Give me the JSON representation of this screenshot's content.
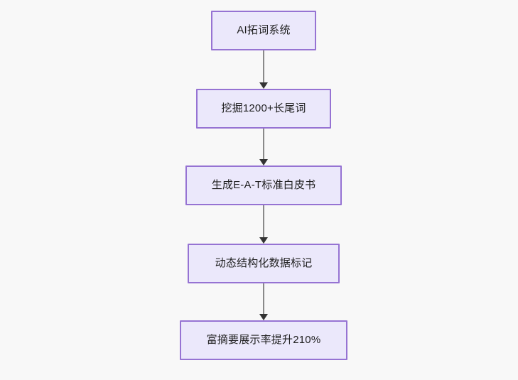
{
  "diagram": {
    "background_color": "#f8f8f8",
    "node_fill_color": "#ebe8fb",
    "node_border_color": "#9673d3",
    "node_text_color": "#1f1f1f",
    "edge_line_color": "#8a8a8a",
    "edge_arrow_color": "#333333",
    "orientation": "top-to-bottom",
    "nodes": [
      {
        "id": "n1",
        "label": "AI拓词系统"
      },
      {
        "id": "n2",
        "label": "挖掘1200+长尾词"
      },
      {
        "id": "n3",
        "label": "生成E-A-T标准白皮书"
      },
      {
        "id": "n4",
        "label": "动态结构化数据标记"
      },
      {
        "id": "n5",
        "label": "富摘要展示率提升210%"
      }
    ],
    "edges": [
      {
        "id": "e1",
        "from": "n1",
        "to": "n2",
        "label": ""
      },
      {
        "id": "e2",
        "from": "n2",
        "to": "n3",
        "label": ""
      },
      {
        "id": "e3",
        "from": "n3",
        "to": "n4",
        "label": ""
      },
      {
        "id": "e4",
        "from": "n4",
        "to": "n5",
        "label": ""
      }
    ]
  }
}
